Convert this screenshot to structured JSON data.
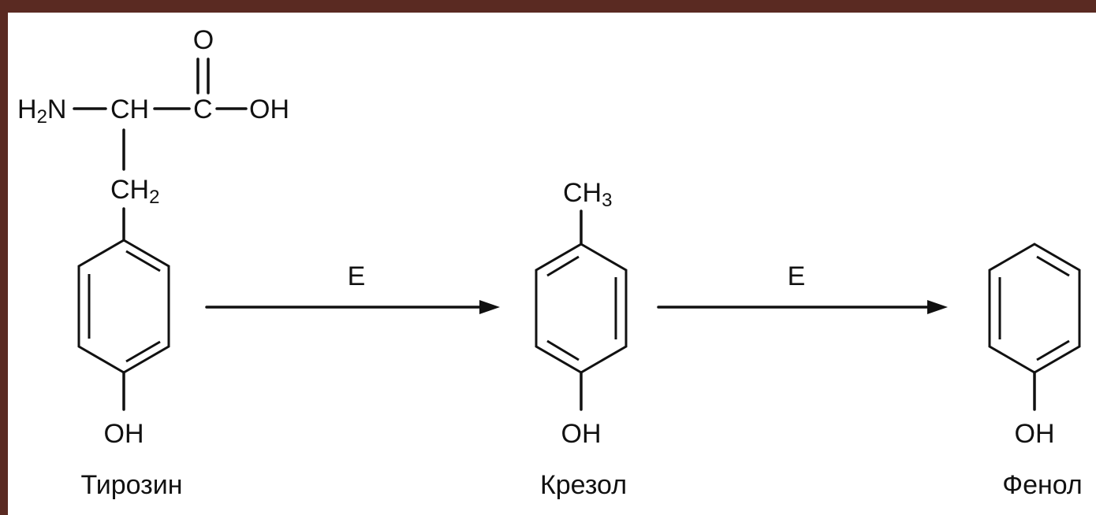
{
  "colors": {
    "frame": "#5a2a22",
    "paper": "#ffffff",
    "ink": "#111111"
  },
  "tyrosine": {
    "o": "O",
    "h2n": "H",
    "h2n_sub": "2",
    "h2n_n": "N",
    "ch": "CH",
    "c": "C",
    "oh_acid": "OH",
    "ch2": "CH",
    "ch2_sub": "2",
    "oh": "OH",
    "name": "Тирозин"
  },
  "arrow1": {
    "label": "E"
  },
  "cresol": {
    "ch3": "CH",
    "ch3_sub": "3",
    "oh": "OH",
    "name": "Крезол"
  },
  "arrow2": {
    "label": "E"
  },
  "phenol": {
    "oh": "OH",
    "name": "Фенол"
  }
}
